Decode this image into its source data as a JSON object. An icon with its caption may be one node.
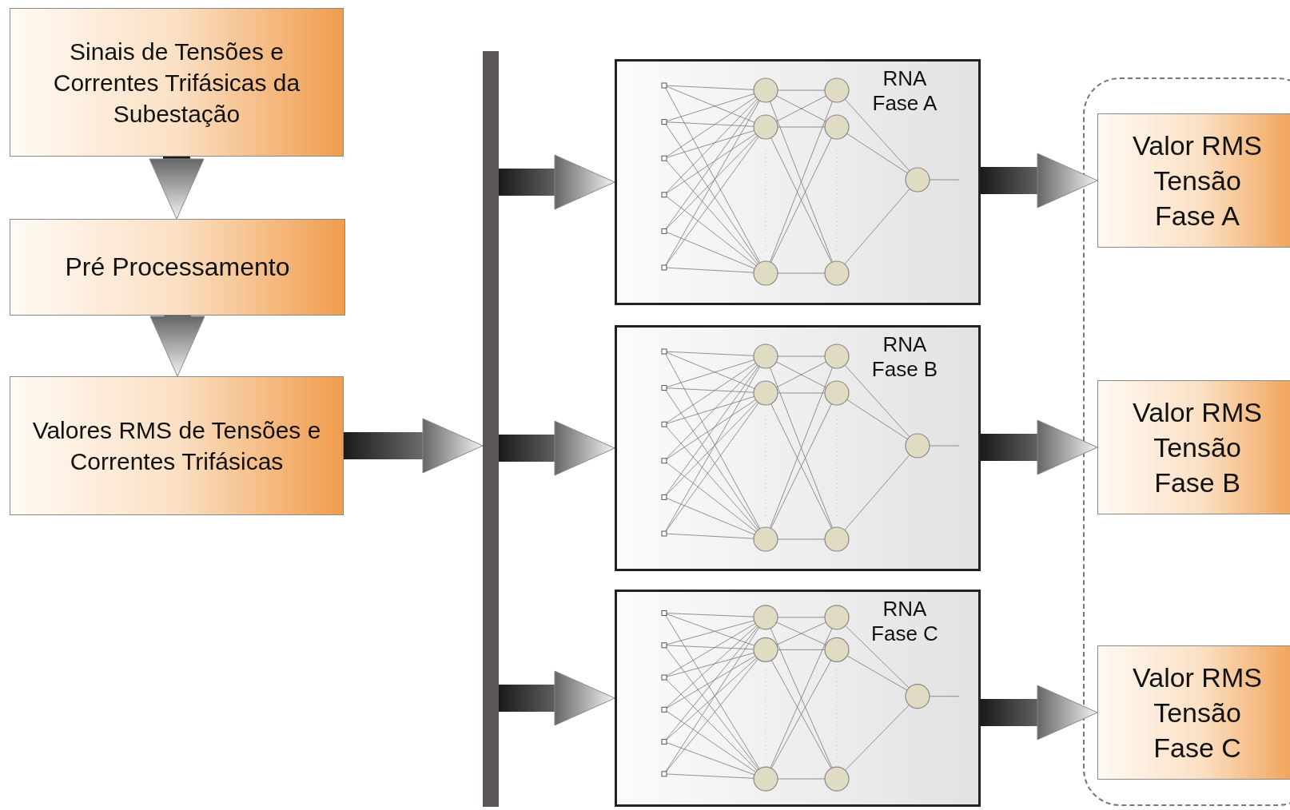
{
  "diagram": {
    "nodes": [
      {
        "text": [
          "Sinais de Tensões e Correntes Trifásicas da Subestação"
        ]
      },
      {
        "text": [
          "Pré Processamento"
        ]
      },
      {
        "text": [
          "Valores RMS de Tensões e Correntes Trifásicas"
        ]
      },
      {
        "text": [],
        "shape": "bar"
      },
      {
        "text": [
          "RNA Fase A"
        ]
      },
      {
        "text": [
          "RNA Fase B"
        ]
      },
      {
        "text": [
          "RNA Fase C"
        ]
      },
      {
        "text": [],
        "shape": "box"
      },
      {
        "text": [
          "Valor RMS Tensão Fase A"
        ],
        "in": 7
      },
      {
        "text": [
          "Valor RMS Tensão Fase B"
        ],
        "in": 7
      },
      {
        "text": [
          "Valor RMS Tensão Fase C"
        ],
        "in": 7
      }
    ],
    "edges": [
      {
        "from": 0,
        "to": 1,
        "arrow": "to"
      },
      {
        "from": 1,
        "to": 2,
        "arrow": "to"
      },
      {
        "from": 2,
        "to": 3,
        "arrow": "to"
      },
      {
        "from": 3,
        "to": 4,
        "arrow": "to"
      },
      {
        "from": 3,
        "to": 5,
        "arrow": "to"
      },
      {
        "from": 3,
        "to": 6,
        "arrow": "to"
      },
      {
        "from": 4,
        "to": 8,
        "arrow": "to"
      },
      {
        "from": 5,
        "to": 9,
        "arrow": "to"
      },
      {
        "from": 6,
        "to": 10,
        "arrow": "to"
      }
    ]
  }
}
